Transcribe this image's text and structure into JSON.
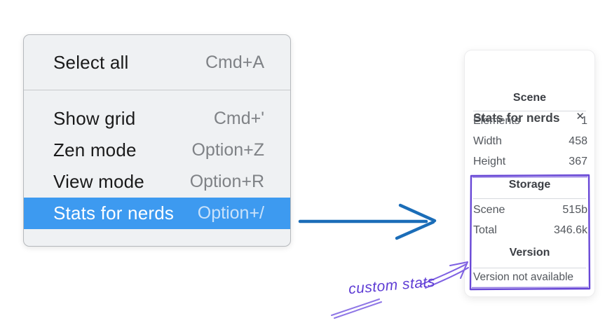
{
  "context_menu": {
    "items": [
      {
        "label": "Select all",
        "shortcut": "Cmd+A",
        "selected": false
      },
      {
        "label": "Show grid",
        "shortcut": "Cmd+'",
        "selected": false
      },
      {
        "label": "Zen mode",
        "shortcut": "Option+Z",
        "selected": false
      },
      {
        "label": "View mode",
        "shortcut": "Option+R",
        "selected": false
      },
      {
        "label": "Stats for nerds",
        "shortcut": "Option+/",
        "selected": true
      }
    ],
    "colors": {
      "highlight": "#3d9af0",
      "background": "#eff1f3"
    }
  },
  "stats_panel": {
    "title": "Stats for nerds",
    "close_icon_glyph": "✕",
    "sections": {
      "scene": {
        "header": "Scene",
        "rows": [
          {
            "label": "Elements",
            "value": "1"
          },
          {
            "label": "Width",
            "value": "458"
          },
          {
            "label": "Height",
            "value": "367"
          }
        ]
      },
      "storage": {
        "header": "Storage",
        "rows": [
          {
            "label": "Scene",
            "value": "515b"
          },
          {
            "label": "Total",
            "value": "346.6k"
          }
        ]
      },
      "version": {
        "header": "Version",
        "note": "Version not available"
      }
    }
  },
  "annotation": {
    "label": "custom stats",
    "text_color": "#5d3bd4",
    "arrow_color": "#7e60e2",
    "underline_color": "#8f77e6",
    "highlight_box_color": "#6847d6"
  },
  "flow_arrow": {
    "color": "#1b6db8"
  }
}
